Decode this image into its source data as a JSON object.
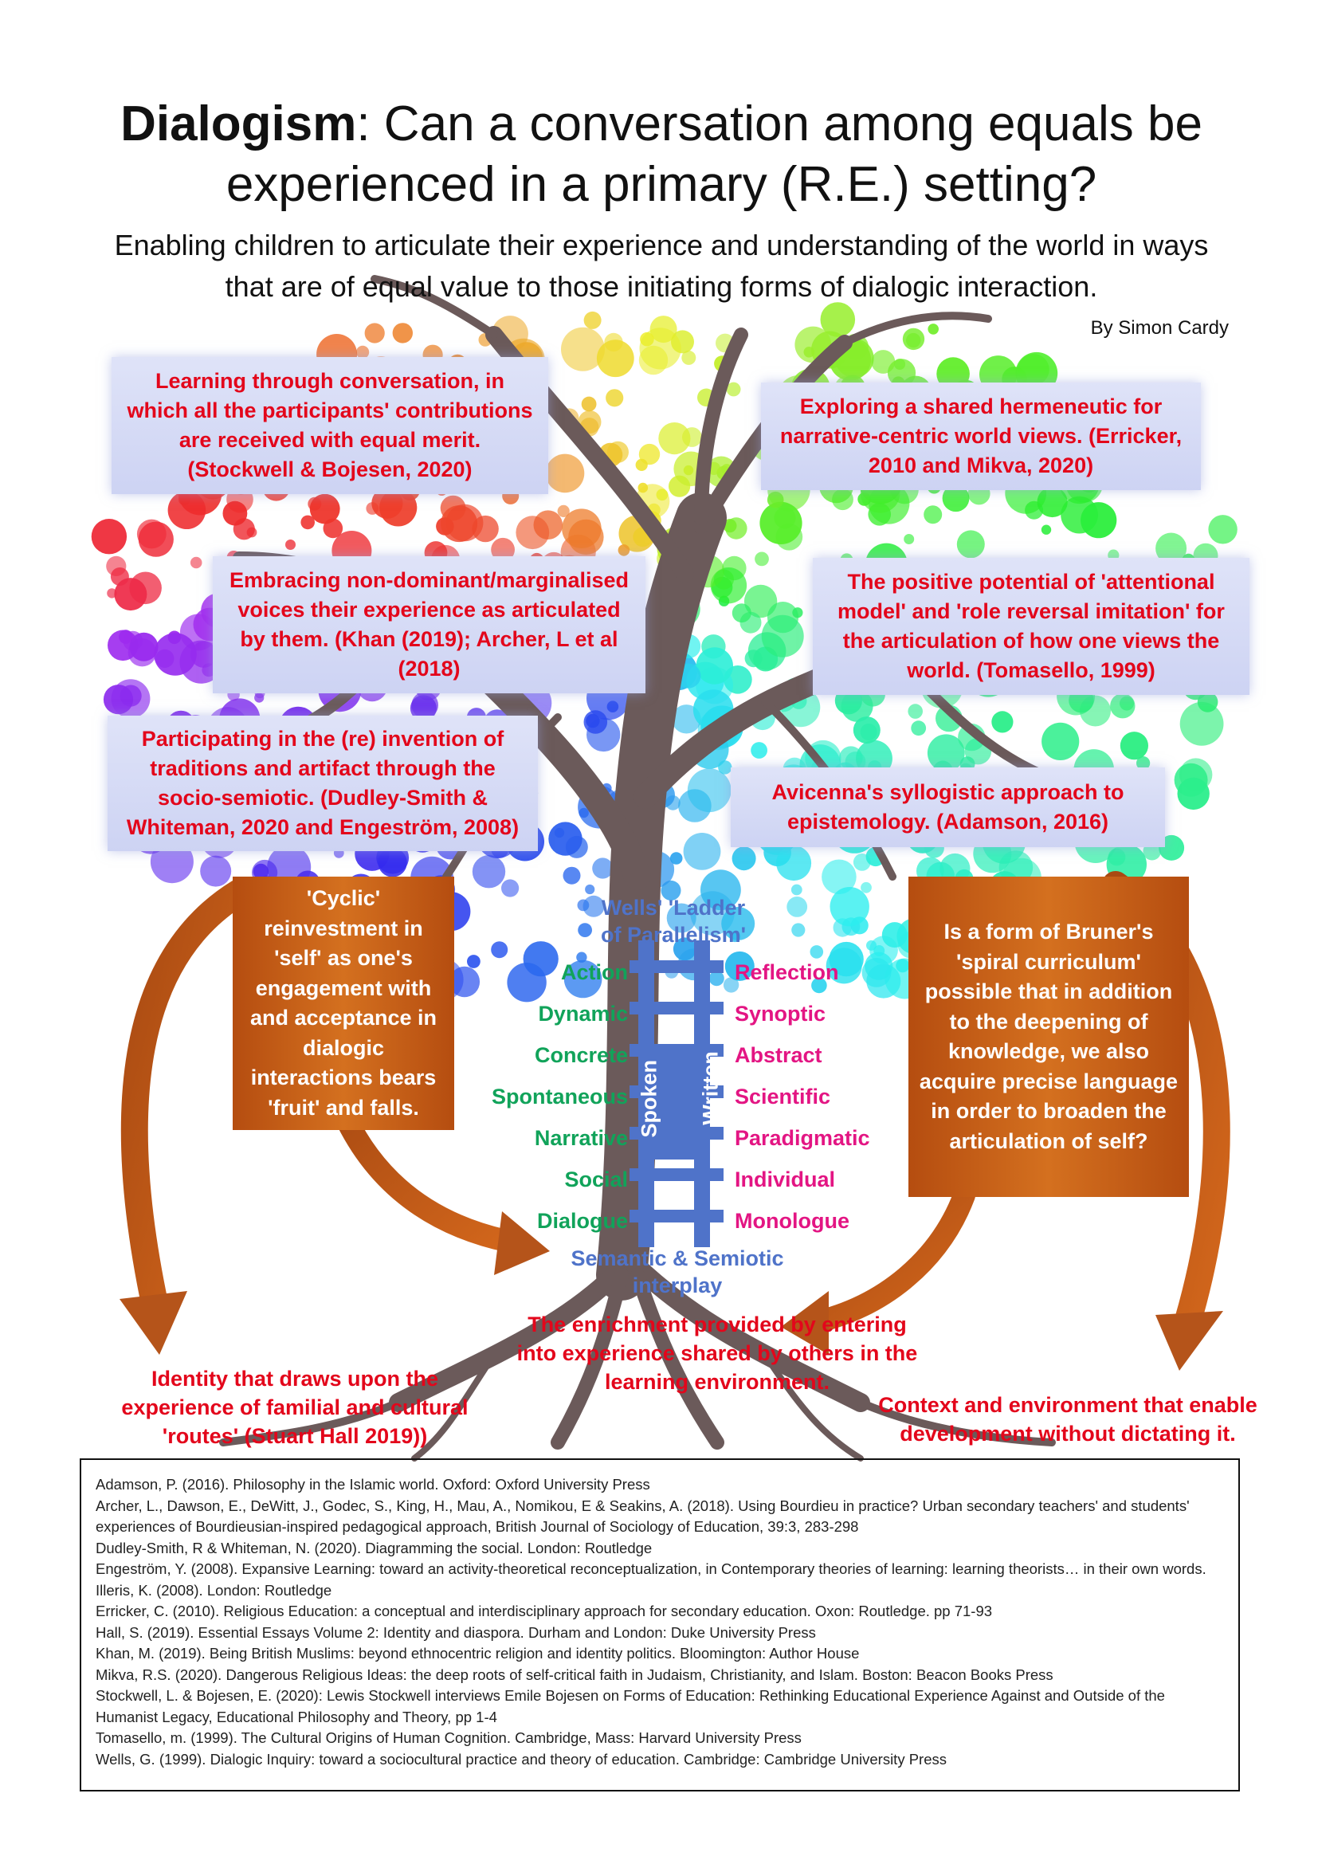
{
  "title": {
    "bold": "Dialogism",
    "rest": ": Can a conversation among equals be experienced in a primary (R.E.) setting?"
  },
  "subtitle": "Enabling children to articulate their experience and understanding of the world in ways that are of equal value to those initiating forms of dialogic interaction.",
  "byline": "By Simon Cardy",
  "boxes": {
    "b1": "Learning through conversation, in which all the participants' contributions are received with equal merit. (Stockwell & Bojesen, 2020)",
    "b2": "Exploring a shared hermeneutic for narrative-centric world views. (Erricker, 2010 and Mikva, 2020)",
    "b3": "Embracing non-dominant/marginalised voices their experience as articulated by them. (Khan (2019); Archer, L et al (2018)",
    "b4": "The positive potential of 'attentional model' and 'role reversal imitation' for the articulation of how one views the world. (Tomasello, 1999)",
    "b5": "Participating in the (re) invention of traditions and artifact through the socio-semiotic. (Dudley-Smith & Whiteman, 2020 and Engeström, 2008)",
    "b6": "Avicenna's syllogistic approach to epistemology. (Adamson, 2016)"
  },
  "orange": {
    "left": "'Cyclic' reinvestment in 'self' as one's engagement with and acceptance in dialogic interactions bears 'fruit' and falls.",
    "right": "Is a form of Bruner's 'spiral curriculum' possible that in addition to the deepening of knowledge, we also acquire precise language in order to broaden the articulation of self?"
  },
  "ladder": {
    "title": "Wells' 'Ladder of Parallelism'",
    "left_rail": "Spoken",
    "right_rail": "Written",
    "left": [
      "Action",
      "Dynamic",
      "Concrete",
      "Spontaneous",
      "Narrative",
      "Social",
      "Dialogue"
    ],
    "right": [
      "Reflection",
      "Synoptic",
      "Abstract",
      "Scientific",
      "Paradigmatic",
      "Individual",
      "Monologue"
    ],
    "bottom": "Semantic & Semiotic interplay"
  },
  "bottom": {
    "center": "The enrichment provided by entering into experience shared by others in the learning environment.",
    "left": "Identity that draws upon the experience of familial and cultural 'routes' (Stuart Hall 2019))",
    "right": "Context and environment that enable development without dictating it."
  },
  "references": [
    "Adamson, P. (2016). Philosophy in the Islamic world. Oxford: Oxford University Press",
    "Archer, L., Dawson, E., DeWitt, J., Godec, S., King, H., Mau, A., Nomikou, E & Seakins, A. (2018). Using Bourdieu in practice?  Urban secondary teachers' and students' experiences of Bourdieusian-inspired pedagogical approach, British Journal of Sociology of Education, 39:3, 283-298",
    "Dudley-Smith, R & Whiteman, N. (2020). Diagramming the social. London: Routledge",
    "Engeström, Y. (2008). Expansive Learning: toward an activity-theoretical reconceptualization, in Contemporary theories of learning: learning theorists… in their own words. Illeris, K. (2008). London: Routledge",
    "Erricker, C. (2010). Religious Education: a conceptual and interdisciplinary approach for secondary education. Oxon: Routledge. pp 71-93",
    "Hall, S. (2019). Essential Essays Volume 2: Identity and diaspora. Durham and London: Duke University Press",
    "Khan, M. (2019). Being British Muslims: beyond ethnocentric religion and identity politics. Bloomington: Author House",
    "Mikva, R.S. (2020). Dangerous Religious Ideas: the deep roots of self-critical faith in Judaism, Christianity, and Islam. Boston: Beacon Books Press",
    "Stockwell, L. & Bojesen, E. (2020): Lewis Stockwell interviews Emile Bojesen on Forms of Education: Rethinking Educational Experience Against and Outside of the Humanist Legacy, Educational Philosophy and Theory, pp 1-4",
    "Tomasello, m. (1999). The Cultural Origins of Human Cognition.  Cambridge, Mass: Harvard University Press",
    "Wells, G. (1999). Dialogic Inquiry: toward a sociocultural practice and theory of education. Cambridge: Cambridge University Press"
  ]
}
